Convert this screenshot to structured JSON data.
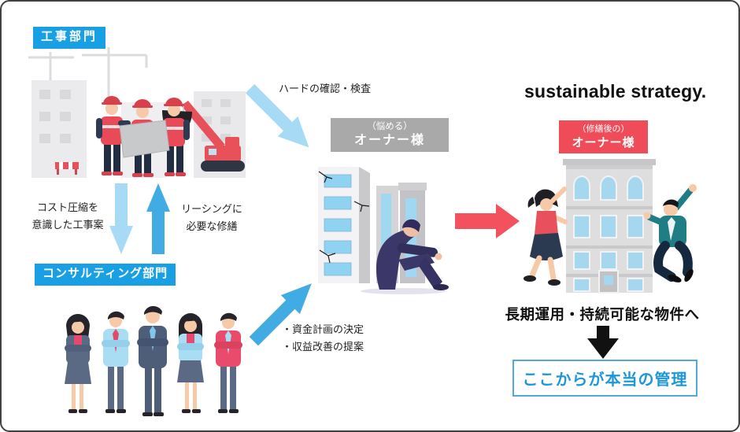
{
  "diagram": {
    "construction_dept": {
      "label": "工事部門"
    },
    "consulting_dept": {
      "label": "コンサルティング部門"
    },
    "exchange": {
      "to_consulting_line1": "コスト圧縮を",
      "to_consulting_line2": "意識した工事案",
      "to_construction_line1": "リーシングに",
      "to_construction_line2": "必要な修繕"
    },
    "inspection_note": "ハードの確認・検査",
    "worried_owner": {
      "tagline": "（悩める）",
      "label": "オーナー様"
    },
    "proposal_note_line1": "・資金計画の決定",
    "proposal_note_line2": "・収益改善の提案",
    "strategy_title": "sustainable strategy.",
    "repaired_owner": {
      "tagline": "（修繕後の）",
      "label": "オーナー様"
    },
    "outcome_text": "長期運用・持続可能な物件へ",
    "conclusion_text": "ここからが本当の管理",
    "colors": {
      "dept_label_blue": "#189fe4",
      "arrow_light_blue": "#a6daf5",
      "arrow_blue": "#41abe4",
      "arrow_red": "#f4515f",
      "worried_owner_gray": "#a9a9a9",
      "repaired_owner_red": "#f04b58",
      "conclusion_blue": "#1d97d9"
    }
  }
}
